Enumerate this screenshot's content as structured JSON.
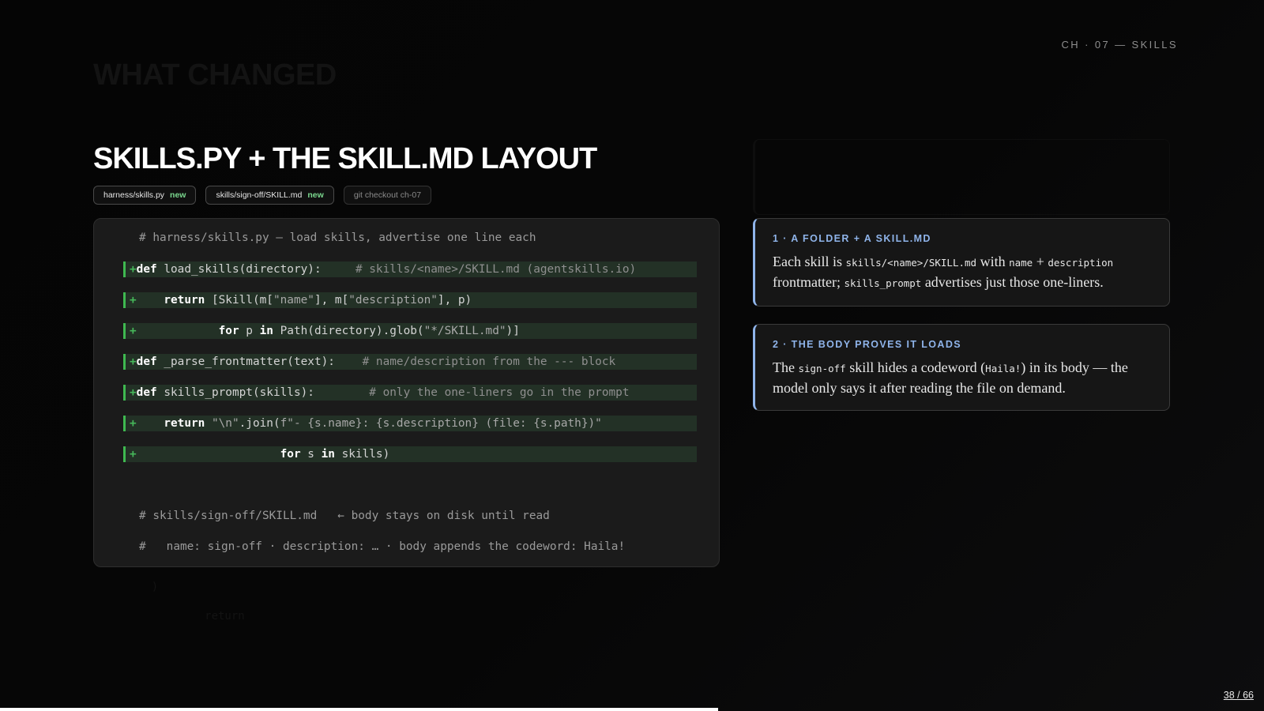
{
  "chapter": "CH · 07 — SKILLS",
  "title": "SKILLS.PY + THE SKILL.MD LAYOUT",
  "chips": [
    {
      "label": "harness/skills.py",
      "tag": "new"
    },
    {
      "label": "skills/sign-off/SKILL.md",
      "tag": "new"
    },
    {
      "label": "git checkout ch-07",
      "tag": ""
    }
  ],
  "code": {
    "header_comment": "# harness/skills.py — load skills, advertise one line each",
    "add_marker": "+",
    "lines": [
      {
        "kw": "def",
        "text": " load_skills(directory):",
        "pad": "     ",
        "comment": "# skills/<name>/SKILL.md (agentskills.io)"
      },
      {
        "indent": "    ",
        "kw": "return",
        "text": " [Skill(m[",
        "str1": "\"name\"",
        "text2": "], m[",
        "str2": "\"description\"",
        "text3": "], p)"
      },
      {
        "indent": "            ",
        "kw": "for",
        "text": " p ",
        "kw2": "in",
        "text2": " Path(directory).glob(",
        "str1": "\"*/SKILL.md\"",
        "text3": ")]"
      },
      {
        "kw": "def",
        "text": " _parse_frontmatter(text):",
        "pad": "    ",
        "comment": "# name/description from the --- block"
      },
      {
        "kw": "def",
        "text": " skills_prompt(skills):",
        "pad": "        ",
        "comment": "# only the one-liners go in the prompt"
      },
      {
        "indent": "    ",
        "kw": "return",
        "text": " ",
        "str1": "\"\\n\"",
        "text2": ".join(",
        "str2": "f\"- {s.name}: {s.description} (file: {s.path})\""
      },
      {
        "indent": "                     ",
        "kw": "for",
        "text": " s ",
        "kw2": "in",
        "text2": " skills)"
      }
    ],
    "footer_comment_1": "# skills/sign-off/SKILL.md   ← body stays on disk until read",
    "footer_comment_2": "#   name: sign-off · description: … · body appends the codeword: Haila!"
  },
  "cards": [
    {
      "label": "1 · A FOLDER + A SKILL.MD",
      "body": {
        "t1": "Each skill is ",
        "c1": "skills/<name>/SKILL.md",
        "t2": " with ",
        "c2": "name",
        "t3": " + ",
        "c3": "description",
        "t4": " frontmatter; ",
        "c4": "skills_prompt",
        "t5": " advertises just those one-liners."
      }
    },
    {
      "label": "2 · THE BODY PROVES IT LOADS",
      "body": {
        "t1": "The ",
        "c1": "sign-off",
        "t2": " skill hides a codeword (",
        "c2": "Haila!",
        "t3": ") in its body — the model only says it after reading the file on demand."
      }
    }
  ],
  "pager": "38 / 66",
  "progress_fraction": 0.568,
  "colors": {
    "accent": "#8fb4ea",
    "add_green": "#3fb950",
    "new_tag": "#7bd88f"
  }
}
